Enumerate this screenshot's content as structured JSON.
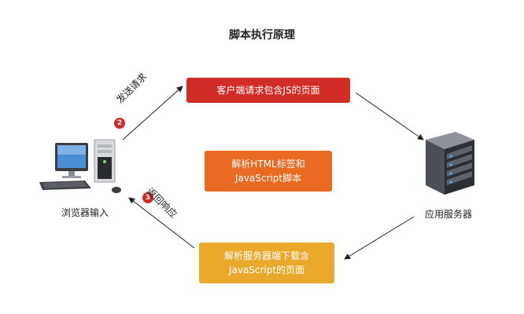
{
  "title": "脚本执行原理",
  "steps": {
    "request_page": "客户端请求包含JS的页面",
    "parse_line1": "解析HTML标签和",
    "parse_line2": "JavaScript脚本",
    "download_line1": "解析服务器端下载含",
    "download_line2": "JavaScript的页面"
  },
  "arrows": {
    "send_number": "2",
    "send_label": "发送请求",
    "return_number": "3",
    "return_label": "返回响应"
  },
  "nodes": {
    "browser": "浏览器输入",
    "server": "应用服务器"
  },
  "icons": {
    "browser": "desktop-computer-icon",
    "server": "server-rack-icon"
  },
  "colors": {
    "red": "#d12c26",
    "orange": "#ea6a23",
    "yellow": "#eaa92b"
  }
}
